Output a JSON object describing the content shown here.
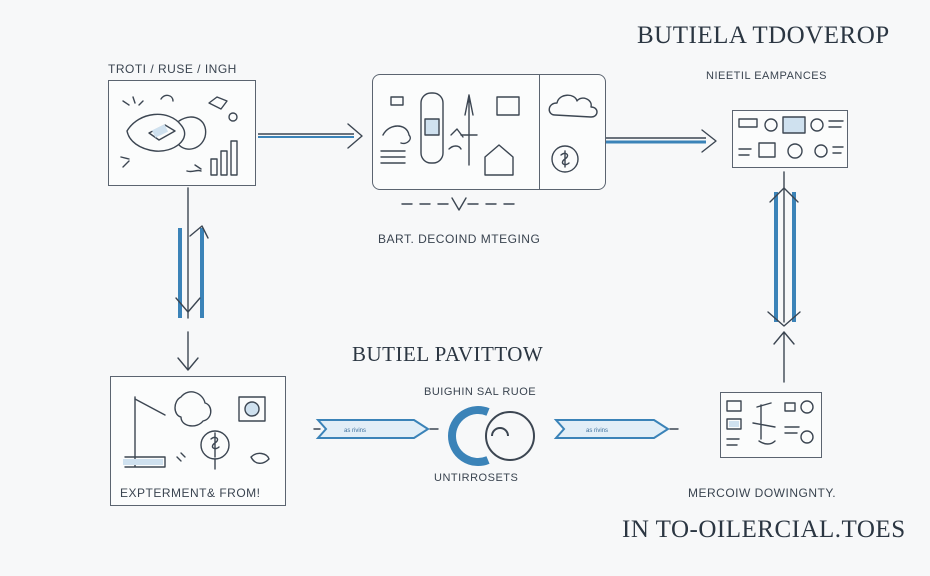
{
  "title_top_right": "BUTIELA TDOVEROP",
  "title_bottom_right": "IN TO-OILERCIAL.TOES",
  "title_center": "BUTIEL PAVITTOW",
  "box_top_left_label": "TROTI / RUSE / INGH",
  "box_top_center_label": "BART. DECOIND MTEGING",
  "box_top_right_label": "NIEETIL EAMPANCES",
  "box_bottom_left_label": "EXPTERMENT& FROM!",
  "box_bottom_right_label": "MERCOIW DOWINGNTY.",
  "center_label_top": "BUIGHIN SAL RUOE",
  "center_label_bottom": "UNTIRROSETS"
}
